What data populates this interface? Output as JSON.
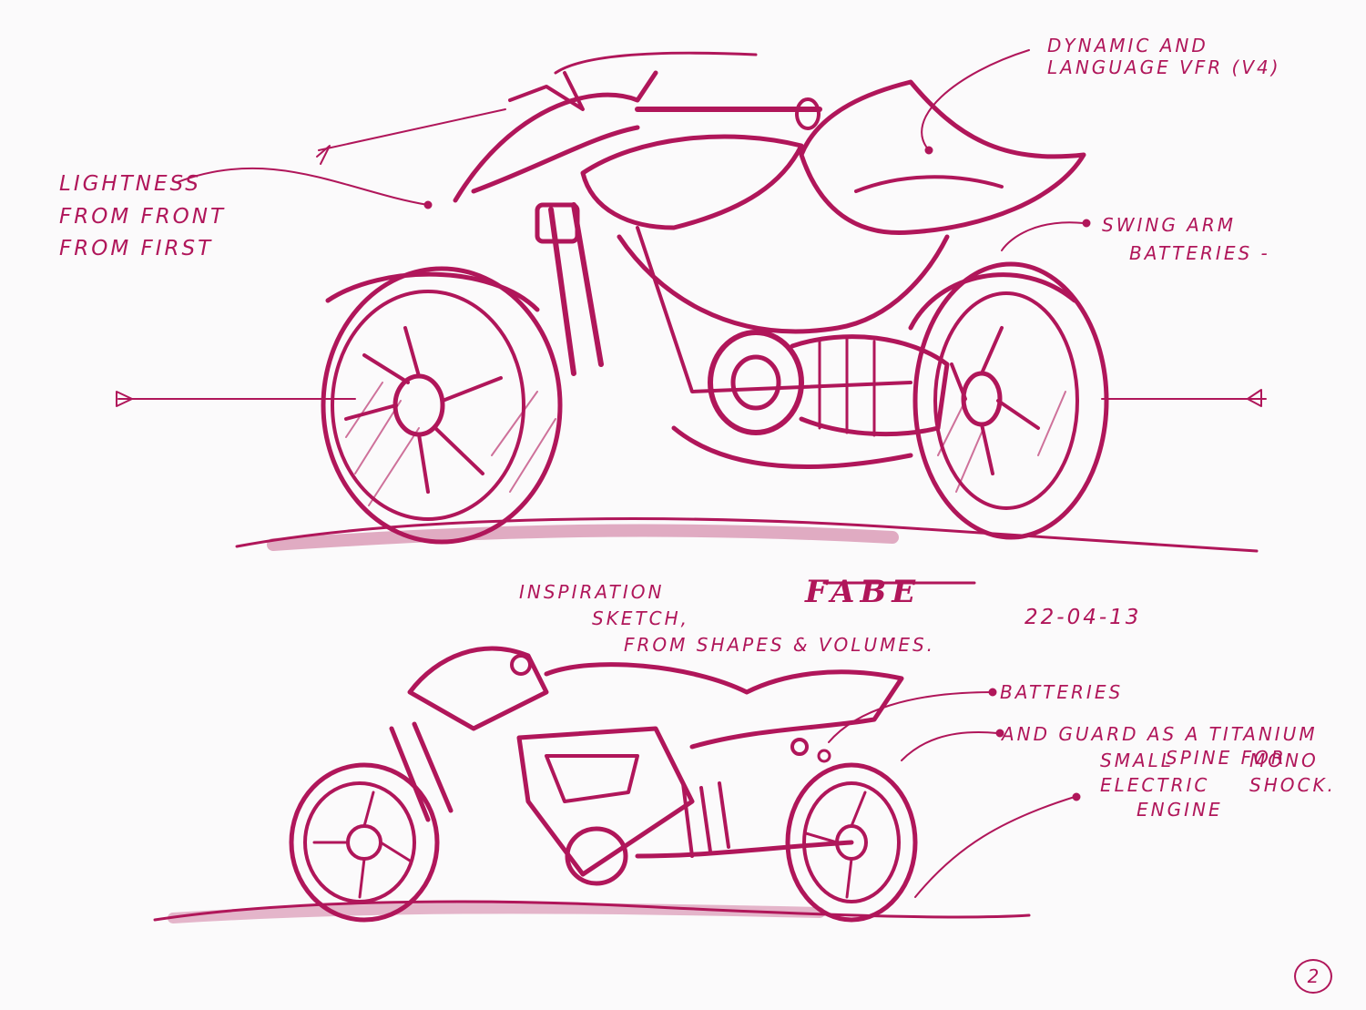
{
  "notes": {
    "dynamic": [
      "DYNAMIC AND",
      "LANGUAGE VFR (V4)"
    ],
    "lightness": [
      "LIGHTNESS",
      "FROM FRONT",
      "FROM FIRST"
    ],
    "swing_arm": [
      "SWING ARM",
      "BATTERIES -"
    ],
    "inspiration": [
      "INSPIRATION",
      "SKETCH,",
      "FROM SHAPES & VOLUMES."
    ],
    "date": "22-04-13",
    "batteries": "BATTERIES",
    "guard": [
      "AND GUARD AS A TITANIUM",
      "SPINE FOR"
    ],
    "mono": [
      "MONO",
      "SHOCK."
    ],
    "engine": [
      "SMALL",
      "ELECTRIC",
      "ENGINE"
    ]
  },
  "signature": "FABE",
  "page_number": "2",
  "ink_color": "#b0165a"
}
